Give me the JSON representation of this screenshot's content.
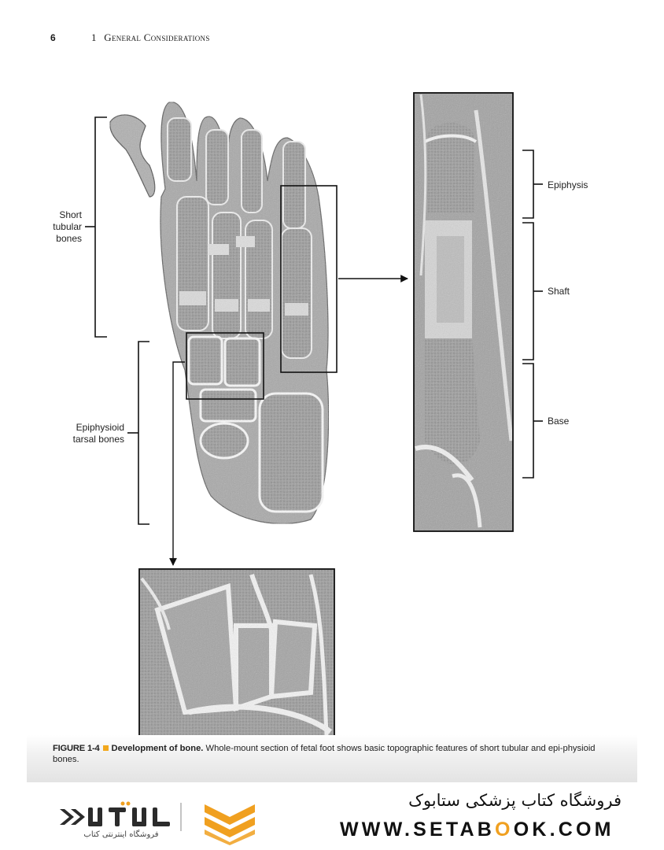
{
  "header": {
    "page_number": "6",
    "chapter_number": "1",
    "chapter_title": "General Considerations"
  },
  "labels": {
    "short_tubular": [
      "Short",
      "tubular",
      "bones"
    ],
    "epiphysioid": [
      "Epiphysioid",
      "tarsal bones"
    ],
    "epiphysis": "Epiphysis",
    "shaft": "Shaft",
    "base": "Base"
  },
  "caption": {
    "figure_id": "FIGURE 1-4",
    "title": "Development of bone.",
    "text": "Whole-mount section of fetal foot shows basic topographic features of short tubular and epi-physioid bones."
  },
  "footer": {
    "store_name_fa": "فروشگاه کتاب پزشکی ستابوک",
    "url_before": "WWW.SETAB",
    "url_highlight": "O",
    "url_after": "OK.COM",
    "logo_tagline_fa": "فروشگاه اینترنتی کتاب"
  },
  "colors": {
    "accent": "#f2a81d",
    "tissue_dark": "#8c8c8c",
    "tissue_light": "#cfcfcf",
    "frame": "#111111"
  },
  "icons": {
    "logo_mark": "chevron-stack-icon",
    "logo_word": "setabook-logo"
  }
}
